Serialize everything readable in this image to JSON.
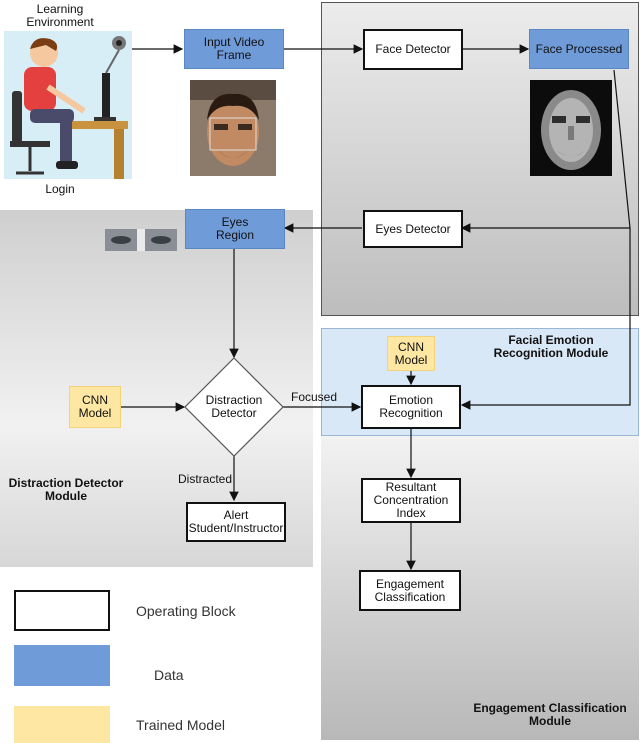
{
  "environment": {
    "title": "Learning\nEnvironment",
    "login": "Login"
  },
  "blocks": {
    "input_video_frame": "Input Video\nFrame",
    "face_detector": "Face Detector",
    "face_processed": "Face Processed",
    "eyes_detector": "Eyes Detector",
    "eyes_region": "Eyes\nRegion",
    "cnn_model_left": "CNN\nModel",
    "distraction_detector": "Distraction\nDetector",
    "cnn_model_right": "CNN\nModel",
    "emotion_recognition": "Emotion\nRecognition",
    "alert": "Alert\nStudent/Instructor",
    "concentration_index": "Resultant\nConcentration\nIndex",
    "engagement_classification": "Engagement\nClassification"
  },
  "edge_labels": {
    "focused": "Focused",
    "distracted": "Distracted"
  },
  "modules": {
    "fer": "Facial Emotion\nRecognition Module",
    "distraction": "Distraction Detector\nModule",
    "engagement": "Engagement Classification\nModule"
  },
  "legend": {
    "operating_block": "Operating Block",
    "data": "Data",
    "trained_model": "Trained Model"
  },
  "colors": {
    "data": "#6f9bd8",
    "model": "#fde7a3",
    "fer_region": "#d9e8f7"
  }
}
